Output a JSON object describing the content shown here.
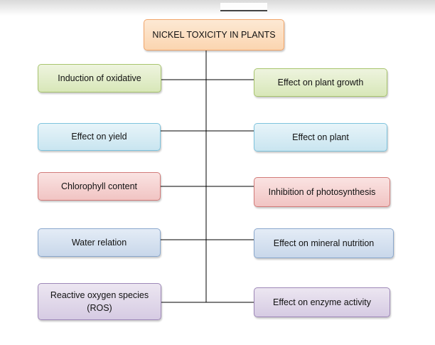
{
  "title": "NICKEL TOXICITY IN PLANTS",
  "left_items": [
    "Induction of oxidative",
    "Effect on yield",
    "Chlorophyll content",
    "Water relation",
    "Reactive oxygen species (ROS)"
  ],
  "right_items": [
    "Effect on plant growth",
    "Effect on plant",
    "Inhibition of photosynthesis",
    "Effect on mineral nutrition",
    "Effect on enzyme activity"
  ],
  "colors": {
    "title": "#fbd5b0",
    "row1": "#d8e7b8",
    "row2": "#c9e5f0",
    "row3": "#f1c4c3",
    "row4": "#c8d7ea",
    "row5": "#d6cbe3",
    "connector": "#000000"
  }
}
